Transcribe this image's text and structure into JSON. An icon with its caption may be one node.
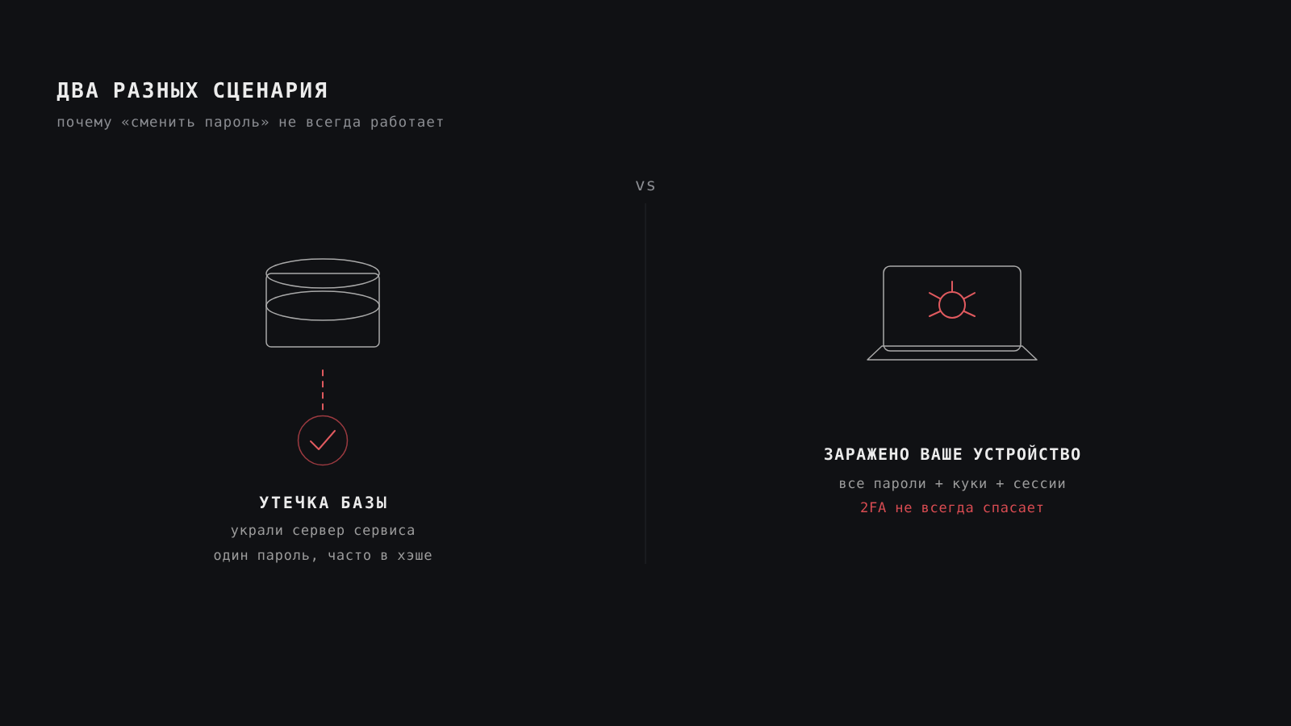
{
  "diagram": {
    "title": "ДВА РАЗНЫХ СЦЕНАРИЯ",
    "nodes": [
      {
        "text": [],
        "shape": "cylinder"
      },
      {
        "text": [],
        "shape": "circle"
      }
    ],
    "edges": [
      {
        "from": 0,
        "to": 1,
        "arrow": "none",
        "style": "dashed",
        "color": "#e05a5f"
      }
    ],
    "labels": [
      "почему «сменить пароль» не всегда работает",
      "vs",
      "УТЕЧКА БАЗЫ",
      "украли сервер сервиса",
      "один пароль, часто в хэше",
      "ЗАРАЖЕНО ВАШЕ УСТРОЙСТВО",
      "все пароли + куки + сессии",
      "2FA не всегда спасает"
    ]
  }
}
